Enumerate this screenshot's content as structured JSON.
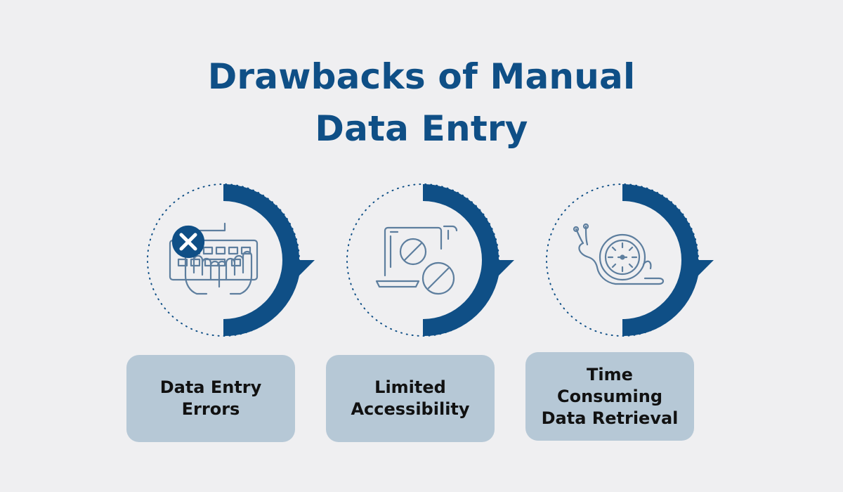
{
  "title": {
    "line1": "Drawbacks of Manual",
    "line2": "Data Entry"
  },
  "items": [
    {
      "label": "Data Entry\nErrors",
      "icon": "keyboard-error-icon"
    },
    {
      "label": "Limited\nAccessibility",
      "icon": "blocked-device-icon"
    },
    {
      "label": "Time\nConsuming\nData Retrieval",
      "icon": "snail-clock-icon"
    }
  ],
  "colors": {
    "background": "#EFEFF1",
    "primary": "#0F4F86",
    "icon_stroke": "#5D7E9E",
    "label_box": "#B6C8D6",
    "label_text": "#111111"
  }
}
